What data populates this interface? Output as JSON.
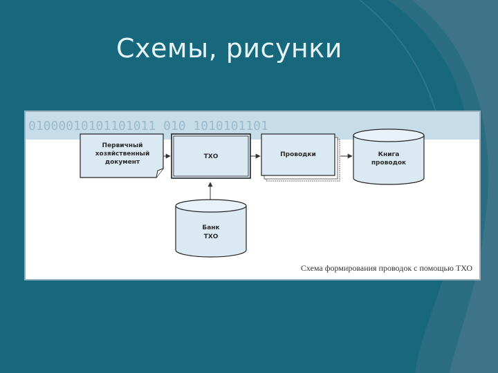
{
  "slide": {
    "title": "Схемы, рисунки"
  },
  "figure": {
    "header_pattern_text": "01000010101101011 010 1010101101",
    "nodes": {
      "primary_doc": {
        "line1": "Первичный",
        "line2": "хозяйственный",
        "line3": "документ"
      },
      "txo": {
        "label": "ТХО"
      },
      "postings": {
        "label": "Проводки"
      },
      "ledger": {
        "line1": "Книга",
        "line2": "проводок"
      },
      "bank": {
        "line1": "Банк",
        "line2": "ТХО"
      }
    },
    "caption": "Схема формирования проводок с помощью ТХО"
  },
  "colors": {
    "slide_background": "#16697d",
    "node_fill": "#dbe9f3",
    "header_band": "#b9d3e2",
    "title_text": "#e6f4f8"
  }
}
